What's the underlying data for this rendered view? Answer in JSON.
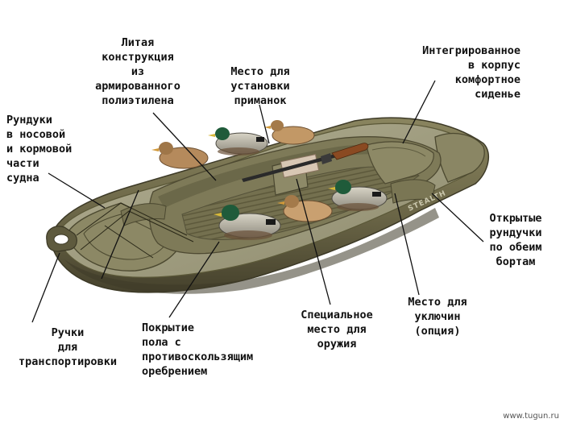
{
  "callouts": {
    "material": {
      "lines": [
        "Литая",
        "конструкция",
        "из",
        "армированного",
        "полиэтилена"
      ]
    },
    "decoys": {
      "lines": [
        "Место для",
        "установки",
        "приманок"
      ]
    },
    "seat": {
      "lines": [
        "Интегрированное",
        "в корпус",
        "комфортное",
        "сиденье"
      ]
    },
    "lockers": {
      "lines": [
        "Рундуки",
        "в носовой",
        "и кормовой",
        "части",
        "судна"
      ]
    },
    "side_lockers": {
      "lines": [
        "Открытые",
        "рундучки",
        "по обеим",
        "бортам"
      ]
    },
    "oarlock": {
      "lines": [
        "Место для",
        "уключин",
        "(опция)"
      ]
    },
    "gun": {
      "lines": [
        "Специальное",
        "место для",
        "оружия"
      ]
    },
    "floor": {
      "lines": [
        "Покрытие",
        "пола с",
        "противоскользящим",
        "оребрением"
      ]
    },
    "handles": {
      "lines": [
        "Ручки",
        "для",
        "транспортировки"
      ]
    }
  },
  "hull_brand": "STEALTH",
  "watermark": "www.tugun.ru",
  "colors": {
    "hull": "#6f6a4c",
    "hull_dark": "#4e4a33",
    "hull_light": "#8f8a68",
    "deck": "#a29f81",
    "decoy_drake_head": "#1f5b3a",
    "decoy_hen": "#b08a5a"
  }
}
